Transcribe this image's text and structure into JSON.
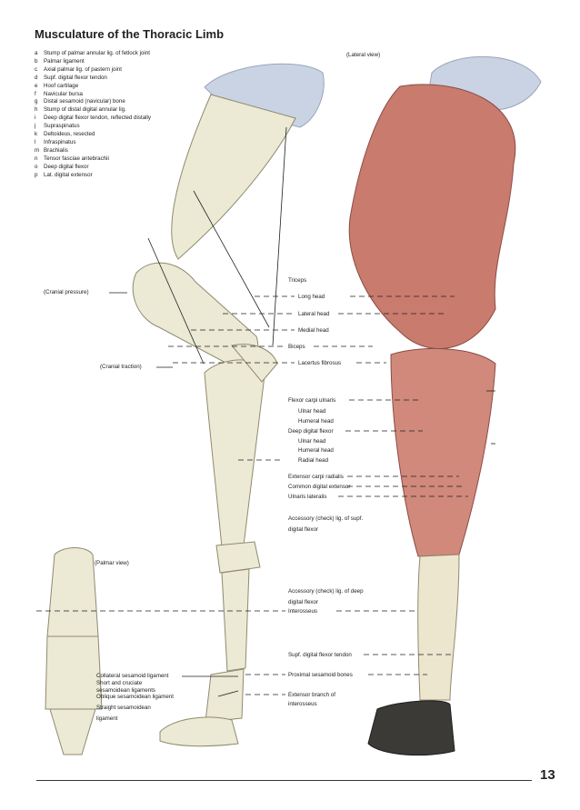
{
  "title": "Musculature of the Thoracic Limb",
  "legend": [
    {
      "k": "a",
      "t": "Stump of palmar annular lig. of fetlock joint"
    },
    {
      "k": "b",
      "t": "Palmar ligament"
    },
    {
      "k": "c",
      "t": "Axial palmar lig. of pastern joint"
    },
    {
      "k": "d",
      "t": "Supf. digital flexor tendon"
    },
    {
      "k": "e",
      "t": "Hoof cartilage"
    },
    {
      "k": "f",
      "t": "Navicular bursa"
    },
    {
      "k": "g",
      "t": "Distal sesamoid (navicular) bone"
    },
    {
      "k": "h",
      "t": "Stump of distal digital annular lig."
    },
    {
      "k": "i",
      "t": "Deep digital flexor tendon, reflected distally"
    },
    {
      "k": "j",
      "t": "Supraspinatus"
    },
    {
      "k": "k",
      "t": "Deltoideus, resected"
    },
    {
      "k": "l",
      "t": "Infraspinatus"
    },
    {
      "k": "m",
      "t": "Brachialis"
    },
    {
      "k": "n",
      "t": "Tensor fasciae antebrachii"
    },
    {
      "k": "o",
      "t": "Deep digital flexor"
    },
    {
      "k": "p",
      "t": "Lat. digital extensor"
    }
  ],
  "views": {
    "lateral": "(Lateral view)",
    "palmar": "(Palmar view)",
    "cranial_pressure": "(Cranial pressure)",
    "cranial_traction": "(Cranial traction)"
  },
  "labels": {
    "triceps": "Triceps",
    "long_head": "Long head",
    "lateral_head": "Lateral head",
    "medial_head": "Medial head",
    "biceps": "Biceps",
    "lacertus": "Lacertus fibrosus",
    "fcu": "Flexor carpi ulnaris",
    "fcu_ulnar": "Ulnar head",
    "fcu_humeral": "Humeral head",
    "ddf": "Deep digital flexor",
    "ddf_ulnar": "Ulnar head",
    "ddf_humeral": "Humeral head",
    "ddf_radial": "Radial head",
    "ecr": "Extensor carpi radialis",
    "cde": "Common digital extensor",
    "ul": "Ulnaris lateralis",
    "acc_supf": "Accessory (check) lig. of supf. digital flexor",
    "acc_deep": "Accessory (check) lig. of deep digital flexor",
    "interosseus": "Interosseus",
    "sdft": "Supf. digital flexor tendon",
    "prox_ses": "Proximal sesamoid bones",
    "ext_branch": "Extensor branch of interosseus",
    "coll_ses": "Collateral sesamoid ligament",
    "short_cruc": "Short and cruciate sesamoidean ligaments",
    "obl_ses": "Oblique sesamoidean ligament",
    "straight_ses": "Straight sesamoidean ligament"
  },
  "page_number": "13"
}
